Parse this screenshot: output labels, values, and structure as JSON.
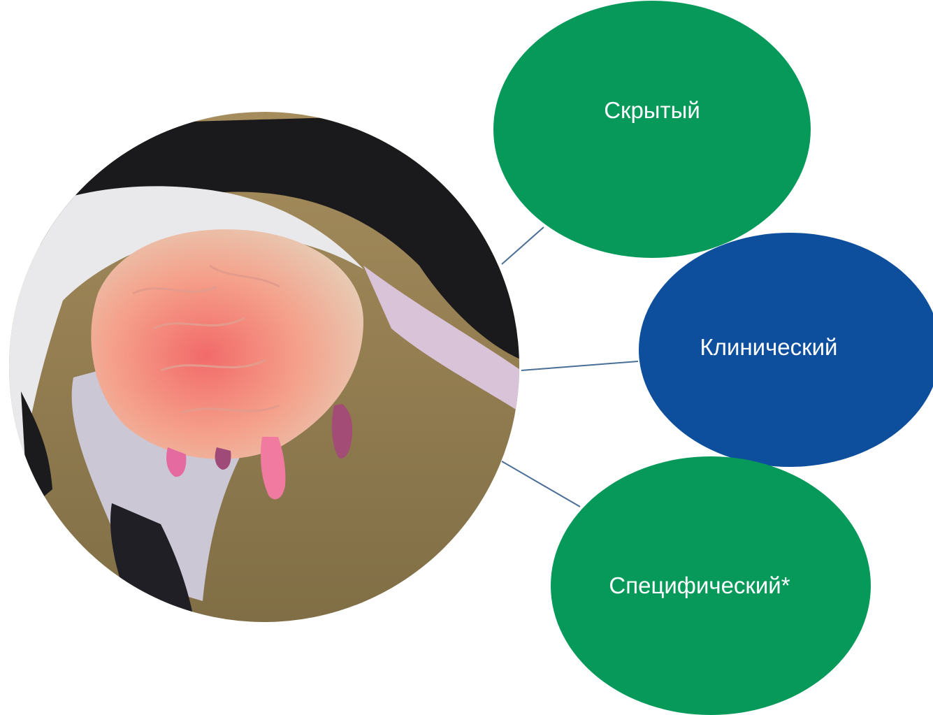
{
  "diagram": {
    "photo": {
      "subject": "cow udder photo"
    },
    "nodes": [
      {
        "label": "Скрытый",
        "color": "#06995a"
      },
      {
        "label": "Клинический",
        "color": "#0d4f9c"
      },
      {
        "label": "Специфический*",
        "color": "#06995a"
      }
    ],
    "connector_color": "#4a6f96"
  }
}
